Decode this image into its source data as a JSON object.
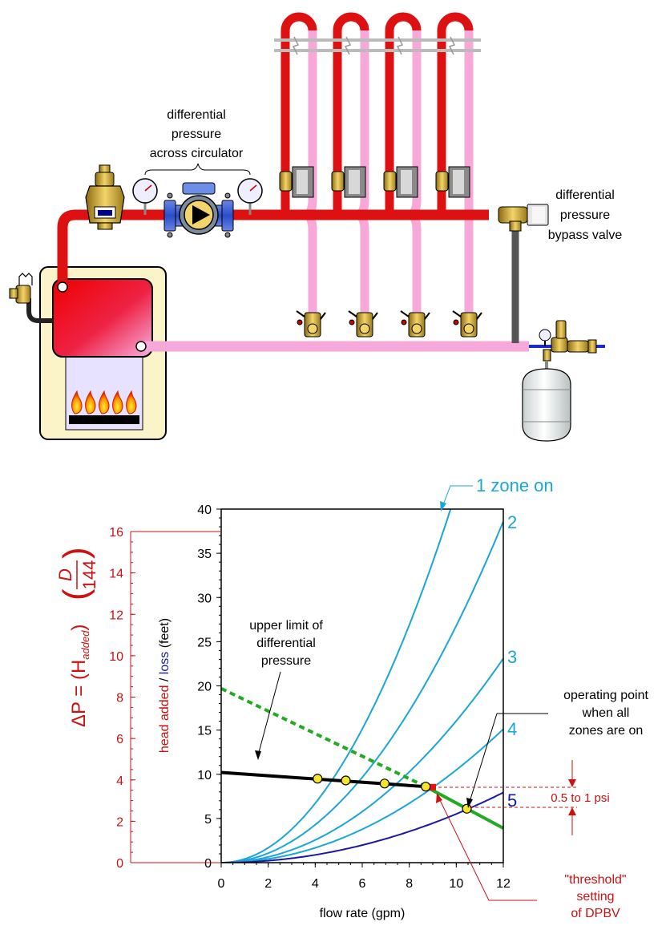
{
  "schematic": {
    "circulator_label": [
      "differential",
      "pressure",
      "across circulator"
    ],
    "bypass_label": [
      "differential",
      "pressure",
      "bypass valve"
    ]
  },
  "colors": {
    "supply": "#dd1111",
    "return": "#f6a8d8",
    "zone_curve": "#1aa6d6",
    "zone5_curve": "#1a1aa0",
    "pump_curve": "#000000",
    "bypass_curve": "#22aa22",
    "psi_axis": "#cc1111"
  },
  "chart_data": {
    "type": "line",
    "xlabel": "flow rate (gpm)",
    "ylabel_parts": [
      "head added",
      " / ",
      "loss",
      " (feet)"
    ],
    "xlim": [
      0,
      12
    ],
    "ylim": [
      0,
      40
    ],
    "x_ticks": [
      0,
      2,
      4,
      6,
      8,
      10,
      12
    ],
    "y_ticks": [
      0,
      5,
      10,
      15,
      20,
      25,
      30,
      35,
      40
    ],
    "psi_axis": {
      "ticks": [
        0,
        2,
        4,
        6,
        8,
        10,
        12,
        14,
        16
      ],
      "max_label": 16
    },
    "formula": {
      "lhs": "ΔP = (H",
      "sub": "added",
      "num": "D",
      "den": "144"
    },
    "series": [
      {
        "name": "1 zone on",
        "coef": 0.42
      },
      {
        "name": "2",
        "coef": 0.2681
      },
      {
        "name": "3",
        "coef": 0.1604
      },
      {
        "name": "4",
        "coef": 0.1049
      },
      {
        "name": "5",
        "coef": 0.0551
      }
    ],
    "pump_curve": {
      "x": [
        0,
        8.7
      ],
      "y": [
        10.2,
        8.6
      ]
    },
    "bypass_dashed": {
      "x": [
        0,
        8.7
      ],
      "y": [
        19.7,
        8.6
      ]
    },
    "bypass_solid": {
      "x": [
        8.7,
        12
      ],
      "y": [
        8.6,
        3.9
      ]
    },
    "intersections": [
      {
        "x": 4.1,
        "y": 9.5
      },
      {
        "x": 5.3,
        "y": 9.3
      },
      {
        "x": 6.95,
        "y": 8.95
      },
      {
        "x": 8.7,
        "y": 8.6
      },
      {
        "x": 10.45,
        "y": 6.1
      }
    ],
    "threshold_point": {
      "x": 9.0,
      "y": 8.55
    },
    "annotations": {
      "upper_limit": [
        "upper limit of",
        "differential",
        "pressure"
      ],
      "operating_point": [
        "operating point",
        "when all",
        "zones are on"
      ],
      "psi_range": "0.5 to 1 psi",
      "threshold": [
        "\"threshold\"",
        "setting",
        "of DPBV"
      ]
    }
  }
}
